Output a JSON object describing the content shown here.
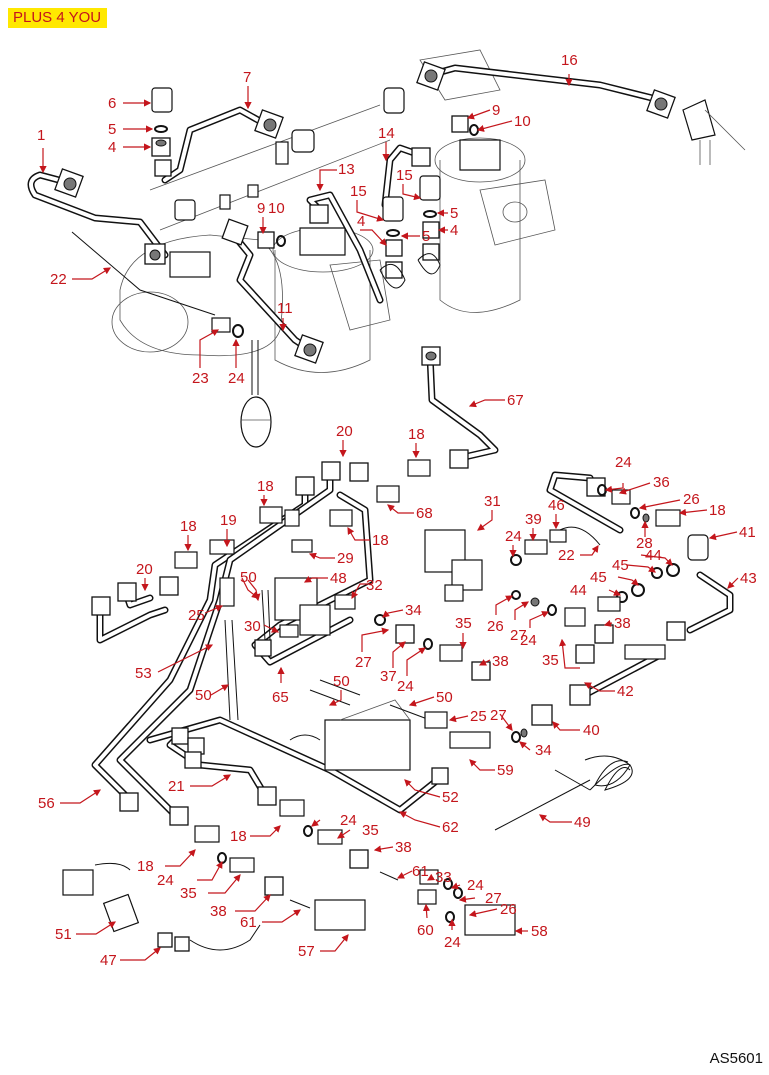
{
  "header": {
    "badge": "PLUS 4 YOU"
  },
  "footer": {
    "drawing_code": "AS5601"
  },
  "colors": {
    "badge_bg": "#ffe800",
    "label_red": "#c4161c"
  },
  "callouts": [
    {
      "id": "c1",
      "label": "1"
    },
    {
      "id": "c4a",
      "label": "4"
    },
    {
      "id": "c5a",
      "label": "5"
    },
    {
      "id": "c6",
      "label": "6"
    },
    {
      "id": "c7",
      "label": "7"
    },
    {
      "id": "c9a",
      "label": "9"
    },
    {
      "id": "c10a",
      "label": "10"
    },
    {
      "id": "c11",
      "label": "11"
    },
    {
      "id": "c13",
      "label": "13"
    },
    {
      "id": "c14",
      "label": "14"
    },
    {
      "id": "c15a",
      "label": "15"
    },
    {
      "id": "c15b",
      "label": "15"
    },
    {
      "id": "c4b",
      "label": "4"
    },
    {
      "id": "c5b",
      "label": "5"
    },
    {
      "id": "c5c",
      "label": "5"
    },
    {
      "id": "c4c",
      "label": "4"
    },
    {
      "id": "c9b",
      "label": "9"
    },
    {
      "id": "c10b",
      "label": "10"
    },
    {
      "id": "c16",
      "label": "16"
    },
    {
      "id": "c22a",
      "label": "22"
    },
    {
      "id": "c23",
      "label": "23"
    },
    {
      "id": "c24a",
      "label": "24"
    },
    {
      "id": "c67",
      "label": "67"
    },
    {
      "id": "c20a",
      "label": "20"
    },
    {
      "id": "c18a",
      "label": "18"
    },
    {
      "id": "c18b",
      "label": "18"
    },
    {
      "id": "c68",
      "label": "68"
    },
    {
      "id": "c18c",
      "label": "18"
    },
    {
      "id": "c19",
      "label": "19"
    },
    {
      "id": "c18d",
      "label": "18"
    },
    {
      "id": "c29",
      "label": "29"
    },
    {
      "id": "c20b",
      "label": "20"
    },
    {
      "id": "c50a",
      "label": "50"
    },
    {
      "id": "c48",
      "label": "48"
    },
    {
      "id": "c32",
      "label": "32"
    },
    {
      "id": "c25a",
      "label": "25"
    },
    {
      "id": "c30",
      "label": "30"
    },
    {
      "id": "c34a",
      "label": "34"
    },
    {
      "id": "c53",
      "label": "53"
    },
    {
      "id": "c27a",
      "label": "27"
    },
    {
      "id": "c37",
      "label": "37"
    },
    {
      "id": "c24b",
      "label": "24"
    },
    {
      "id": "c35a",
      "label": "35"
    },
    {
      "id": "c38a",
      "label": "38"
    },
    {
      "id": "c65",
      "label": "65"
    },
    {
      "id": "c50b",
      "label": "50"
    },
    {
      "id": "c50c",
      "label": "50"
    },
    {
      "id": "c50d",
      "label": "50"
    },
    {
      "id": "c31",
      "label": "31"
    },
    {
      "id": "c24c",
      "label": "24"
    },
    {
      "id": "c39",
      "label": "39"
    },
    {
      "id": "c46",
      "label": "46"
    },
    {
      "id": "c22b",
      "label": "22"
    },
    {
      "id": "c26a",
      "label": "26"
    },
    {
      "id": "c27b",
      "label": "27"
    },
    {
      "id": "c24d",
      "label": "24"
    },
    {
      "id": "c24e",
      "label": "24"
    },
    {
      "id": "c36",
      "label": "36"
    },
    {
      "id": "c26b",
      "label": "26"
    },
    {
      "id": "c18e",
      "label": "18"
    },
    {
      "id": "c28",
      "label": "28"
    },
    {
      "id": "c41",
      "label": "41"
    },
    {
      "id": "c44a",
      "label": "44"
    },
    {
      "id": "c45a",
      "label": "45"
    },
    {
      "id": "c45b",
      "label": "45"
    },
    {
      "id": "c44b",
      "label": "44"
    },
    {
      "id": "c43",
      "label": "43"
    },
    {
      "id": "c38b",
      "label": "38"
    },
    {
      "id": "c35b",
      "label": "35"
    },
    {
      "id": "c42",
      "label": "42"
    },
    {
      "id": "c25b",
      "label": "25"
    },
    {
      "id": "c27c",
      "label": "27"
    },
    {
      "id": "c40",
      "label": "40"
    },
    {
      "id": "c34b",
      "label": "34"
    },
    {
      "id": "c59",
      "label": "59"
    },
    {
      "id": "c52",
      "label": "52"
    },
    {
      "id": "c62",
      "label": "62"
    },
    {
      "id": "c49",
      "label": "49"
    },
    {
      "id": "c21",
      "label": "21"
    },
    {
      "id": "c56",
      "label": "56"
    },
    {
      "id": "c18f",
      "label": "18"
    },
    {
      "id": "c24f",
      "label": "24"
    },
    {
      "id": "c35c",
      "label": "35"
    },
    {
      "id": "c38c",
      "label": "38"
    },
    {
      "id": "c18g",
      "label": "18"
    },
    {
      "id": "c24g",
      "label": "24"
    },
    {
      "id": "c35d",
      "label": "35"
    },
    {
      "id": "c38d",
      "label": "38"
    },
    {
      "id": "c61a",
      "label": "61"
    },
    {
      "id": "c61b",
      "label": "61"
    },
    {
      "id": "c33",
      "label": "33"
    },
    {
      "id": "c24h",
      "label": "24"
    },
    {
      "id": "c27d",
      "label": "27"
    },
    {
      "id": "c26c",
      "label": "26"
    },
    {
      "id": "c60",
      "label": "60"
    },
    {
      "id": "c24i",
      "label": "24"
    },
    {
      "id": "c58",
      "label": "58"
    },
    {
      "id": "c57",
      "label": "57"
    },
    {
      "id": "c51",
      "label": "51"
    },
    {
      "id": "c47",
      "label": "47"
    }
  ]
}
